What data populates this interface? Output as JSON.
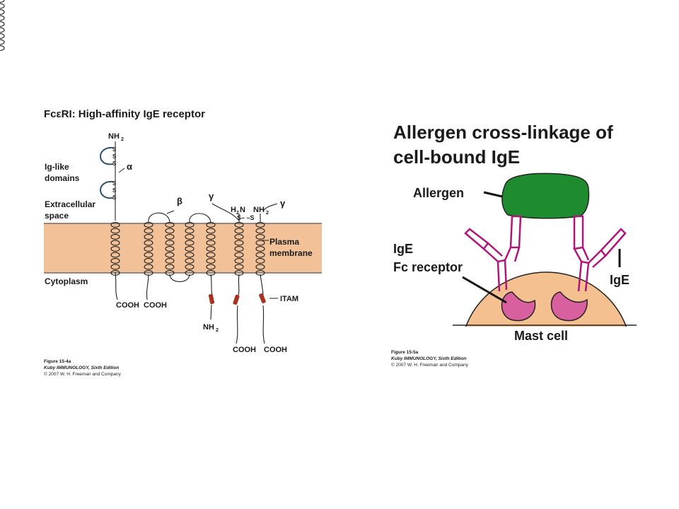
{
  "left_figure": {
    "title": "FcεRI: High-affinity IgE receptor",
    "labels": {
      "nh2_top": "NH",
      "ig_like": "Ig-like",
      "domains": "domains",
      "alpha": "α",
      "extracellular": "Extracellular",
      "space": "space",
      "beta": "β",
      "gamma1": "γ",
      "gamma2": "γ",
      "h2n": "H",
      "h2n_n": "N",
      "nh2_right": "NH",
      "ss_link": "S– –S",
      "plasma": "Plasma",
      "membrane": "membrane",
      "cytoplasm": "Cytoplasm",
      "cooh1": "COOH",
      "cooh2": "COOH",
      "nh2_bottom": "NH",
      "itam": "ITAM",
      "cooh3": "COOH",
      "cooh4": "COOH",
      "sub2": "2",
      "s": "S"
    },
    "caption": {
      "line1": "Figure 15-4a",
      "line2": "Kuby IMMUNOLOGY, Sixth Edition",
      "line3": "© 2007 W. H. Freeman and Company"
    }
  },
  "right_figure": {
    "title_line1": "Allergen cross-linkage of",
    "title_line2": "cell-bound IgE",
    "labels": {
      "allergen": "Allergen",
      "ige_left": "IgE",
      "fc_receptor": "Fc receptor",
      "ige_right": "IgE",
      "mast_cell": "Mast cell"
    },
    "caption": {
      "line1": "Figure 15-5a",
      "line2": "Kuby IMMUNOLOGY, Sixth Edition",
      "line3": "© 2007 W. H. Freeman and Company"
    }
  },
  "colors": {
    "membrane": "#f2c197",
    "ig_domain": "#2f4f6f",
    "itam": "#a8321e",
    "allergen": "#1e8c2e",
    "ige": "#b0157a",
    "receptor": "#d9609e",
    "mast_cell": "#f4c08f"
  }
}
